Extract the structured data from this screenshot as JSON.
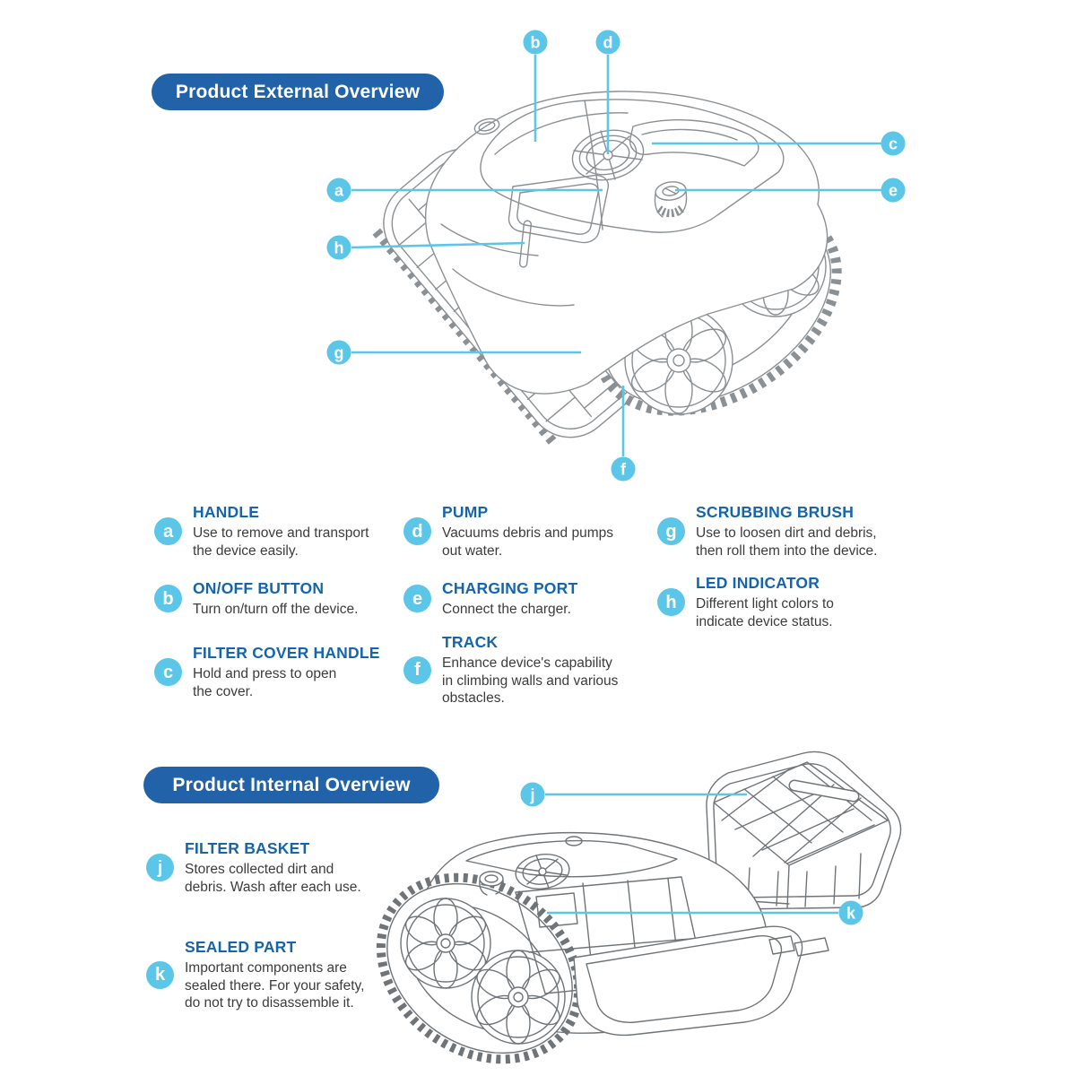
{
  "colors": {
    "badge_bg": "#2262A9",
    "heading": "#1565AD",
    "callout": "#5BC6E8",
    "leader": "#5BC6E8",
    "text": "#3C3C3C",
    "art_external": "#8B9094",
    "art_internal": "#6F7478"
  },
  "external": {
    "section_title": "Product External Overview",
    "legend": [
      {
        "letter": "a",
        "title": "HANDLE",
        "desc": "Use to remove and transport\nthe device easily."
      },
      {
        "letter": "b",
        "title": "ON/OFF BUTTON",
        "desc": "Turn on/turn off the device."
      },
      {
        "letter": "c",
        "title": "FILTER COVER HANDLE",
        "desc": "Hold and press to open\nthe cover."
      },
      {
        "letter": "d",
        "title": "PUMP",
        "desc": "Vacuums debris and pumps\nout water."
      },
      {
        "letter": "e",
        "title": "CHARGING PORT",
        "desc": "Connect the charger."
      },
      {
        "letter": "f",
        "title": "TRACK",
        "desc": "Enhance device's capability\nin climbing walls and various\nobstacles."
      },
      {
        "letter": "g",
        "title": "SCRUBBING BRUSH",
        "desc": "Use to loosen dirt and debris,\nthen roll them into the device."
      },
      {
        "letter": "h",
        "title": "LED INDICATOR",
        "desc": "Different light colors to\nindicate device status."
      }
    ]
  },
  "internal": {
    "section_title": "Product Internal Overview",
    "legend": [
      {
        "letter": "j",
        "title": "FILTER BASKET",
        "desc": "Stores collected dirt and\ndebris. Wash after each use."
      },
      {
        "letter": "k",
        "title": "SEALED PART",
        "desc": "Important components are\nsealed there. For your safety,\ndo not try to disassemble it."
      }
    ]
  }
}
